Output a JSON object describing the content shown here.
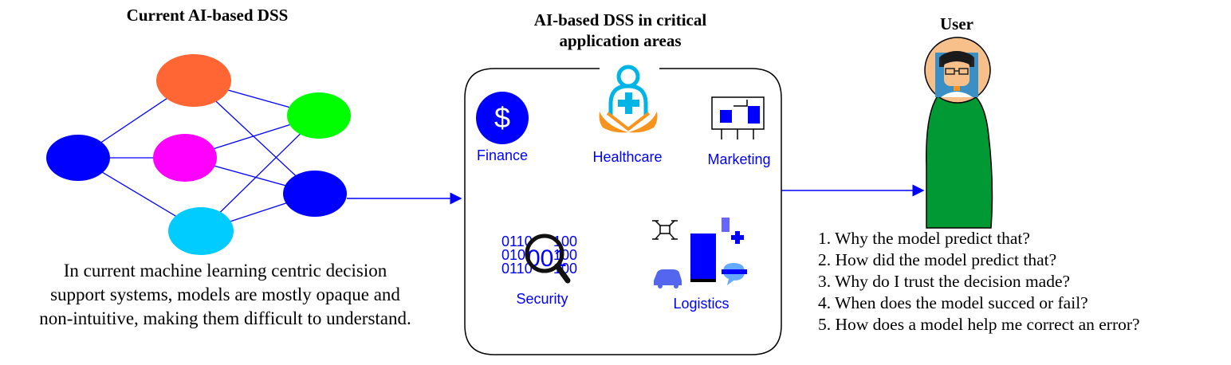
{
  "left_panel": {
    "title": "Current AI-based DSS",
    "description": [
      "In current machine learning centric decision",
      "support systems, models are mostly opaque and",
      "non-intuitive, making them difficult to understand."
    ]
  },
  "center_panel": {
    "title": [
      "AI-based DSS in critical",
      "application areas"
    ],
    "areas": {
      "finance": "Finance",
      "healthcare": "Healthcare",
      "marketing": "Marketing",
      "security": "Security",
      "logistics": "Logistics"
    },
    "finance_symbol": "$"
  },
  "right_panel": {
    "title": "User",
    "questions": [
      "1. Why the model predict that?",
      "2. How did the model predict that?",
      "3. Why do I trust the decision made?",
      "4. When does the model succed or fail?",
      "5. How does a model help me correct an error?"
    ]
  },
  "colors": {
    "edge": "#0000ff",
    "node_input": "#0000ff",
    "node_orange": "#ff6633",
    "node_magenta": "#ff00ff",
    "node_cyan": "#00ccff",
    "node_green": "#00ff00",
    "node_output": "#0000ff",
    "user_body": "#009933"
  }
}
